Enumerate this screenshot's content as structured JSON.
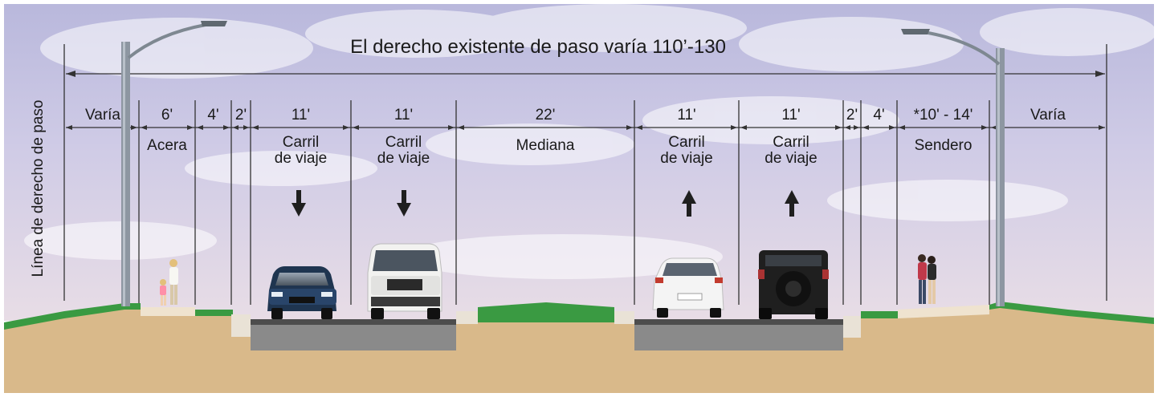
{
  "title": "El derecho existente de paso varía 110’-130",
  "row_label": "Línea de derecho de paso",
  "dimensions": [
    "Varía",
    "6'",
    "4'",
    "2'",
    "11'",
    "11'",
    "22'",
    "11'",
    "11'",
    "2'",
    "4'",
    "*10' - 14'",
    "Varía"
  ],
  "zones": {
    "acera": "Acera",
    "carril_1": [
      "Carril",
      "de viaje"
    ],
    "carril_2": [
      "Carril",
      "de viaje"
    ],
    "mediana": "Mediana",
    "carril_3": [
      "Carril",
      "de viaje"
    ],
    "carril_4": [
      "Carril",
      "de viaje"
    ],
    "sendero": "Sendero"
  },
  "arrows": [
    "down",
    "down",
    "up",
    "up"
  ],
  "colors": {
    "sky": "#c9c6e4",
    "ground": "#d9b98a",
    "grass": "#3a9a42",
    "asphalt": "#707070",
    "line": "#2a2a2a"
  }
}
